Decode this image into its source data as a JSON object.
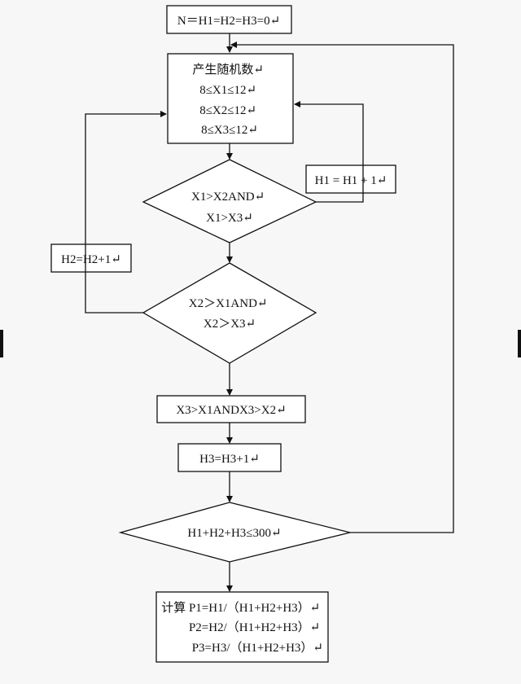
{
  "diagram": {
    "nodes": {
      "init": {
        "lines": [
          "N＝H1=H2=H3=0↵"
        ]
      },
      "generate": {
        "lines": [
          "产生随机数↵",
          "8≤X1≤12↵",
          "8≤X2≤12↵",
          "8≤X3≤12↵"
        ]
      },
      "h1_inc": {
        "lines": [
          "H1 = H1 + 1↵"
        ]
      },
      "cond1": {
        "lines": [
          "X1>X2AND↵",
          "X1>X3↵"
        ]
      },
      "h2_inc": {
        "lines": [
          "H2=H2+1↵"
        ]
      },
      "cond2": {
        "lines": [
          "X2＞X1AND↵",
          "X2＞X3↵"
        ]
      },
      "cond3": {
        "lines": [
          "X3>X1ANDX3>X2↵"
        ]
      },
      "h3_inc": {
        "lines": [
          "H3=H3+1↵"
        ]
      },
      "loop_check": {
        "lines": [
          "H1+H2+H3≤300↵"
        ]
      },
      "calc": {
        "lines": [
          "计算 P1=H1/（H1+H2+H3）↵",
          "P2=H2/（H1+H2+H3）↵",
          "P3=H3/（H1+H2+H3）↵"
        ]
      }
    }
  }
}
